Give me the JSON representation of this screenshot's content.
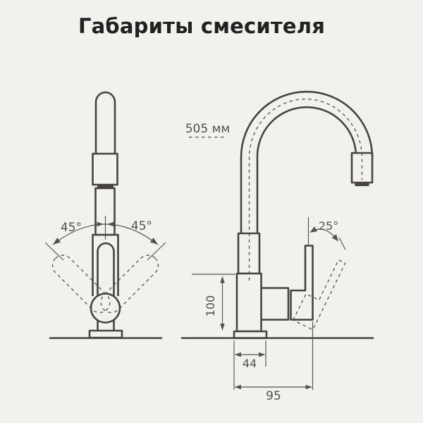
{
  "title": "Габариты смесителя",
  "views": {
    "front": {
      "swivel_angle_left": "45°",
      "swivel_angle_right": "45°"
    },
    "side": {
      "spout_height": "505 мм",
      "handle_tilt_angle": "25°",
      "body_height": "100",
      "base_width": "44",
      "base_depth": "95"
    }
  },
  "colors": {
    "background": "#f2f1ee",
    "outline": "#474340",
    "dimension": "#55514e",
    "title": "#23211f"
  }
}
